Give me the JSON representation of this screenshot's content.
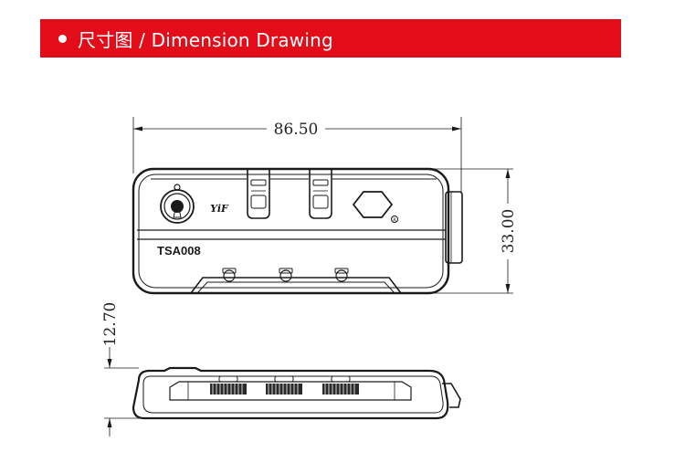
{
  "header": {
    "title": "尺寸图 / Dimension Drawing",
    "accent_color": "#e30d1a"
  },
  "dimensions": {
    "width": "86.50",
    "height": "33.00",
    "depth": "12.70"
  },
  "product": {
    "model": "TSA008",
    "logo": "YiF"
  }
}
